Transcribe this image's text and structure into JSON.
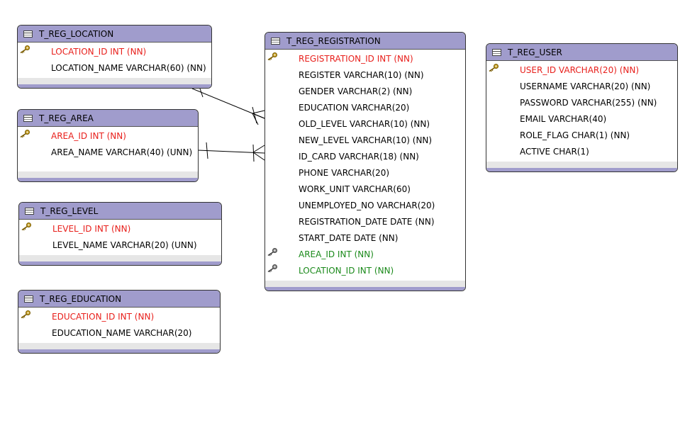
{
  "colors": {
    "header": "#a09ccc",
    "primary_key": "#e8201c",
    "foreign_key": "#1b8a1b",
    "normal": "#000000",
    "footer": "#e6e6e6"
  },
  "tables": {
    "location": {
      "title": "T_REG_LOCATION",
      "columns": [
        {
          "text": "LOCATION_ID INT (NN)",
          "kind": "pk",
          "icon": "primary-key-icon"
        },
        {
          "text": "LOCATION_NAME VARCHAR(60) (NN)",
          "kind": "normal"
        }
      ]
    },
    "area": {
      "title": "T_REG_AREA",
      "columns": [
        {
          "text": "AREA_ID INT (NN)",
          "kind": "pk",
          "icon": "primary-key-icon"
        },
        {
          "text": "AREA_NAME VARCHAR(40) (UNN)",
          "kind": "normal"
        }
      ]
    },
    "level": {
      "title": "T_REG_LEVEL",
      "columns": [
        {
          "text": "LEVEL_ID INT (NN)",
          "kind": "pk",
          "icon": "primary-key-icon"
        },
        {
          "text": "LEVEL_NAME VARCHAR(20) (UNN)",
          "kind": "normal"
        }
      ]
    },
    "education": {
      "title": "T_REG_EDUCATION",
      "columns": [
        {
          "text": "EDUCATION_ID INT (NN)",
          "kind": "pk",
          "icon": "primary-key-icon"
        },
        {
          "text": "EDUCATION_NAME VARCHAR(20)",
          "kind": "normal"
        }
      ]
    },
    "registration": {
      "title": "T_REG_REGISTRATION",
      "columns": [
        {
          "text": "REGISTRATION_ID INT (NN)",
          "kind": "pk",
          "icon": "primary-key-icon"
        },
        {
          "text": "REGISTER VARCHAR(10) (NN)",
          "kind": "normal"
        },
        {
          "text": "GENDER VARCHAR(2) (NN)",
          "kind": "normal"
        },
        {
          "text": "EDUCATION VARCHAR(20)",
          "kind": "normal"
        },
        {
          "text": "OLD_LEVEL VARCHAR(10) (NN)",
          "kind": "normal"
        },
        {
          "text": "NEW_LEVEL VARCHAR(10) (NN)",
          "kind": "normal"
        },
        {
          "text": "ID_CARD VARCHAR(18) (NN)",
          "kind": "normal"
        },
        {
          "text": "PHONE VARCHAR(20)",
          "kind": "normal"
        },
        {
          "text": "WORK_UNIT VARCHAR(60)",
          "kind": "normal"
        },
        {
          "text": "UNEMPLOYED_NO VARCHAR(20)",
          "kind": "normal"
        },
        {
          "text": "REGISTRATION_DATE DATE (NN)",
          "kind": "normal"
        },
        {
          "text": "START_DATE DATE (NN)",
          "kind": "normal"
        },
        {
          "text": "AREA_ID INT (NN)",
          "kind": "fk",
          "icon": "foreign-key-icon"
        },
        {
          "text": "LOCATION_ID INT (NN)",
          "kind": "fk",
          "icon": "foreign-key-icon"
        }
      ]
    },
    "user": {
      "title": "T_REG_USER",
      "columns": [
        {
          "text": "USER_ID VARCHAR(20) (NN)",
          "kind": "pk",
          "icon": "primary-key-icon"
        },
        {
          "text": "USERNAME VARCHAR(20) (NN)",
          "kind": "normal"
        },
        {
          "text": "PASSWORD VARCHAR(255) (NN)",
          "kind": "normal"
        },
        {
          "text": "EMAIL VARCHAR(40)",
          "kind": "normal"
        },
        {
          "text": "ROLE_FLAG CHAR(1) (NN)",
          "kind": "normal"
        },
        {
          "text": "ACTIVE CHAR(1)",
          "kind": "normal"
        }
      ]
    }
  },
  "relationships": [
    {
      "from": "T_REG_LOCATION",
      "to": "T_REG_REGISTRATION",
      "cardinality": "one-to-many"
    },
    {
      "from": "T_REG_AREA",
      "to": "T_REG_REGISTRATION",
      "cardinality": "one-to-many"
    }
  ]
}
